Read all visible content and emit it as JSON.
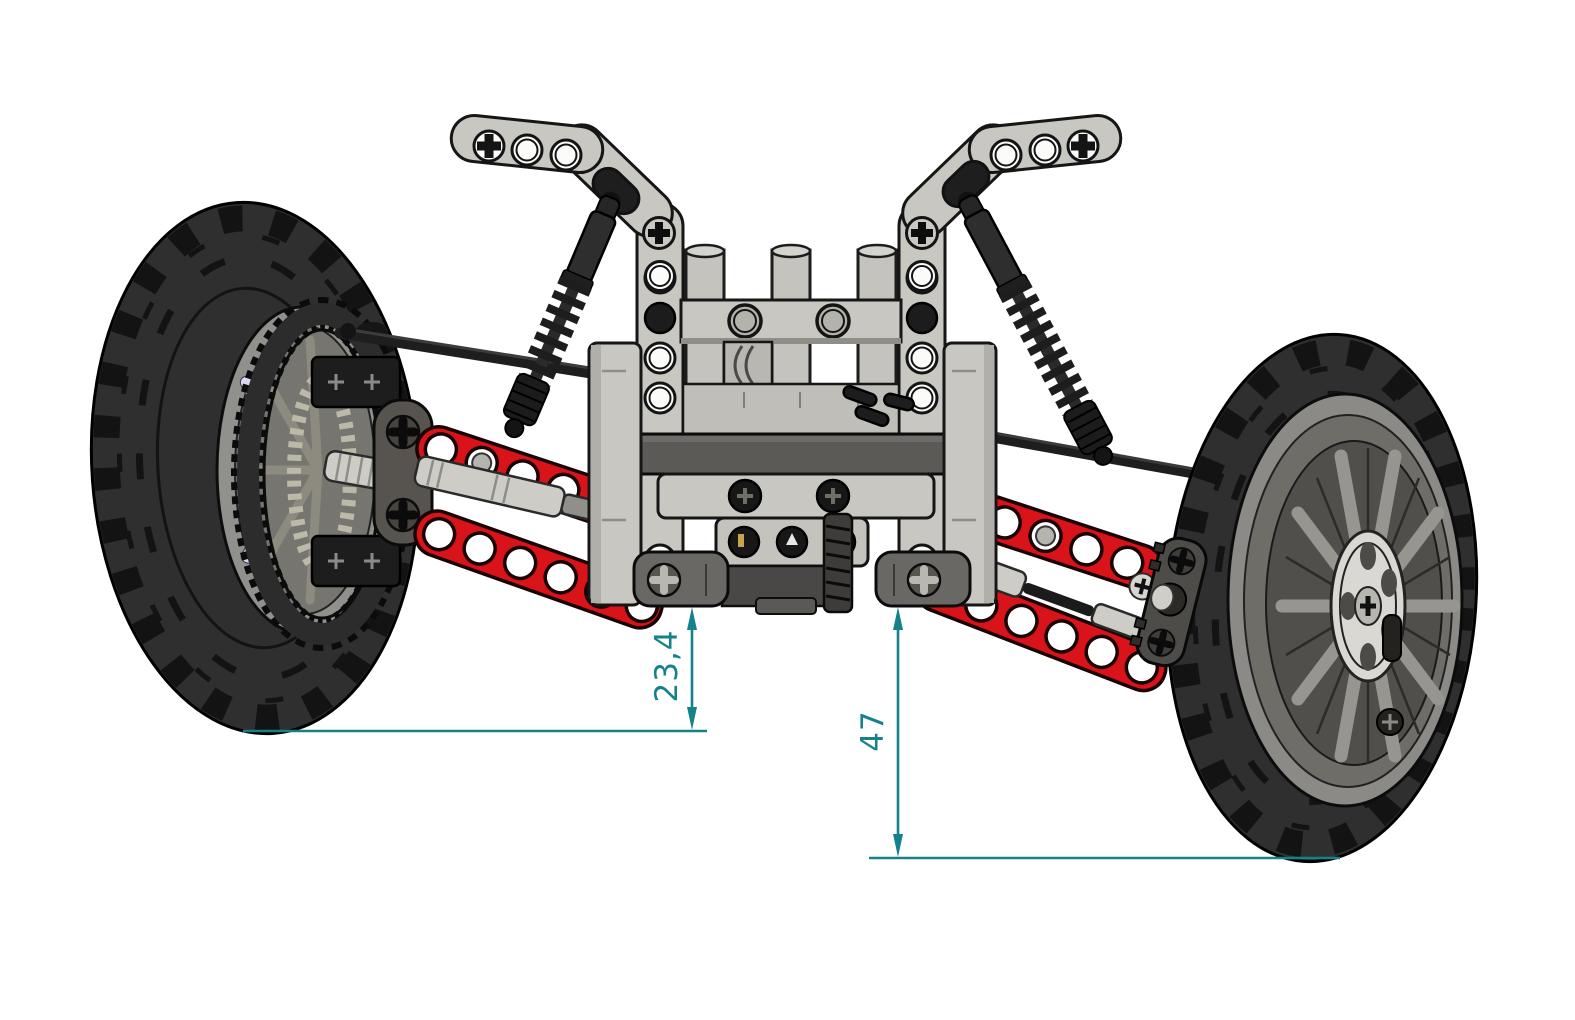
{
  "diagram": {
    "type": "lego-technic-suspension-axle-render",
    "view": "front-elevation-3d-render",
    "annotations": {
      "left_clearance": {
        "value": "23,4",
        "orientation": "vertical",
        "units": ""
      },
      "right_clearance": {
        "value": "47",
        "orientation": "vertical",
        "units": ""
      }
    },
    "colors": {
      "teal": "#15828b",
      "red": "#d81319",
      "light_gray": "#c8c7c2",
      "mid_gray": "#8f8e89",
      "dark_gray": "#55534f",
      "black": "#1d1d1d",
      "tire": "#2f2f2f",
      "background": "#ffffff"
    },
    "parts": [
      "left-motorcycle-wheel",
      "right-motorcycle-wheel",
      "turntable-gear-ring",
      "left-hub-bracket",
      "right-hub-bracket",
      "red-suspension-beams",
      "driveshafts",
      "central-gearbox-frame",
      "bent-liftarm-left",
      "bent-liftarm-right",
      "shock-absorber-left",
      "shock-absorber-right",
      "steering-tie-rods",
      "ground-reference-lines",
      "dimension-annotations"
    ]
  }
}
